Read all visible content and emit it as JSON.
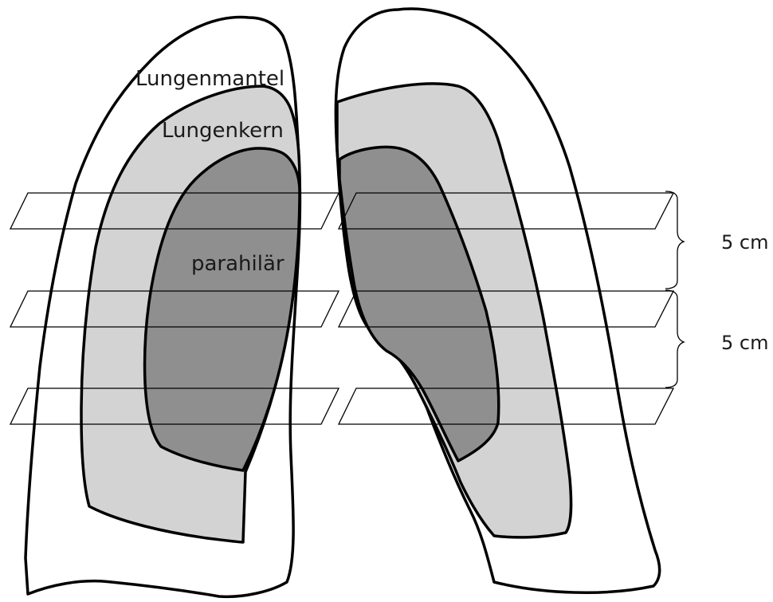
{
  "labels": {
    "mantel": "Lungenmantel",
    "kern": "Lungenkern",
    "parahilar": "parahilär"
  },
  "dimensions": [
    {
      "label": "5 cm"
    },
    {
      "label": "5 cm"
    }
  ],
  "colors": {
    "mantel": "#ffffff",
    "kern": "#d3d3d3",
    "parahilar": "#8f8f8f",
    "outline": "#000000"
  }
}
